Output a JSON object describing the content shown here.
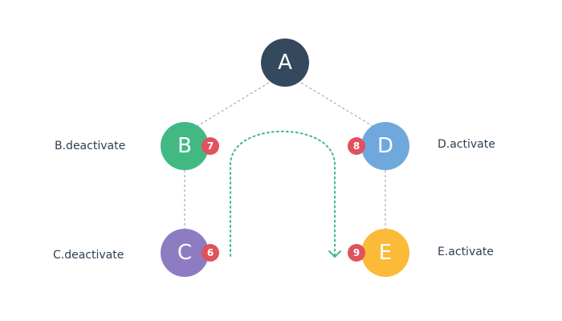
{
  "colors": {
    "node_a": "#34495e",
    "node_b": "#42b983",
    "node_c": "#8e7cc3",
    "node_d": "#6fa8dc",
    "node_e": "#fbbb39",
    "badge": "#e0525d",
    "edge": "#9a9a9a",
    "flow_arrow": "#42b983",
    "label_text": "#2c3e50"
  },
  "nodes": {
    "a": {
      "letter": "A"
    },
    "b": {
      "letter": "B",
      "badge": "7",
      "label": "B.deactivate"
    },
    "c": {
      "letter": "C",
      "badge": "6",
      "label": "C.deactivate"
    },
    "d": {
      "letter": "D",
      "badge": "8",
      "label": "D.activate"
    },
    "e": {
      "letter": "E",
      "badge": "9",
      "label": "E.activate"
    }
  },
  "edges": [
    {
      "from": "A",
      "to": "B"
    },
    {
      "from": "A",
      "to": "D"
    },
    {
      "from": "B",
      "to": "C"
    },
    {
      "from": "D",
      "to": "E"
    }
  ]
}
